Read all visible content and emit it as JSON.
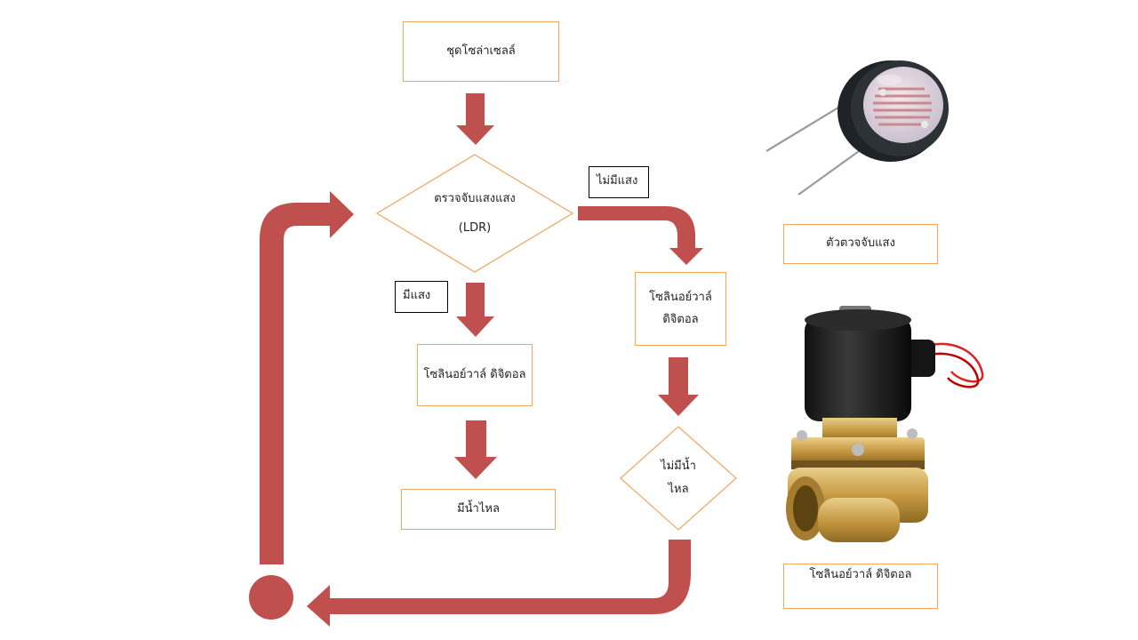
{
  "colors": {
    "arrow": "#c0504d",
    "box_border": "#f0a65f"
  },
  "boxes": {
    "solar_set": "ชุดโซล่าเซลล์",
    "solenoid_left": "โซลินอย์วาล์ ดิจิตอล",
    "water_flows": "มีน้ำไหล",
    "solenoid_right": "โซลินอย์วาล์\nดิจิตอล",
    "caption_sensor": "ตัวตวจจับแสง",
    "caption_valve": "โซลินอย์วาล์ ดิจิตอล"
  },
  "decisions": {
    "ldr_line1": "ตรวจจับแสงแสง",
    "ldr_line2": "(LDR)",
    "no_water_line1": "ไม่มีน้ำ",
    "no_water_line2": "ไหล"
  },
  "tags": {
    "no_light": "ไม่มีแสง",
    "has_light": "มีแสง"
  },
  "images": {
    "ldr_sensor": "light-dependent-resistor",
    "solenoid_valve": "brass-solenoid-valve"
  }
}
